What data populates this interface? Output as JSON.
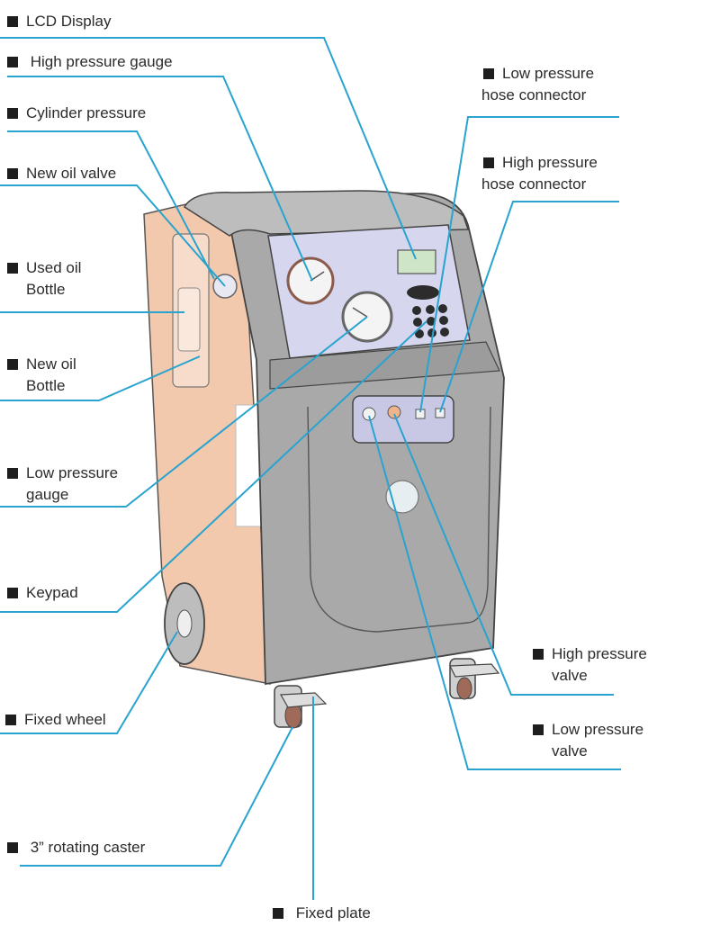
{
  "labels": {
    "lcd_display": {
      "lines": [
        "LCD Display"
      ]
    },
    "high_pressure_gauge": {
      "lines": [
        " High pressure gauge"
      ]
    },
    "cylinder_pressure": {
      "lines": [
        "Cylinder pressure"
      ]
    },
    "new_oil_valve": {
      "lines": [
        "New oil valve"
      ]
    },
    "used_oil_bottle": {
      "lines": [
        "Used oil",
        "Bottle"
      ]
    },
    "new_oil_bottle": {
      "lines": [
        "New oil",
        "Bottle"
      ]
    },
    "low_pressure_gauge": {
      "lines": [
        "Low pressure",
        "gauge"
      ]
    },
    "keypad": {
      "lines": [
        "Keypad"
      ]
    },
    "fixed_wheel": {
      "lines": [
        "Fixed wheel"
      ]
    },
    "rotating_caster": {
      "lines": [
        " 3” rotating caster"
      ]
    },
    "fixed_plate": {
      "lines": [
        " Fixed plate"
      ]
    },
    "low_pressure_hose_connector": {
      "lines": [
        "Low pressure",
        "hose connector"
      ]
    },
    "high_pressure_hose_connector": {
      "lines": [
        "High pressure",
        "hose connector"
      ]
    },
    "high_pressure_valve": {
      "lines": [
        "High pressure",
        "valve"
      ]
    },
    "low_pressure_valve": {
      "lines": [
        "Low pressure",
        "valve"
      ]
    }
  },
  "colors": {
    "leader_line": "#29a3cf",
    "label_text": "#2b2b2b",
    "body_gray": "#a9a9a9",
    "side_panel": "#f3c9ad",
    "panel_lilac": "#d6d6ee"
  }
}
